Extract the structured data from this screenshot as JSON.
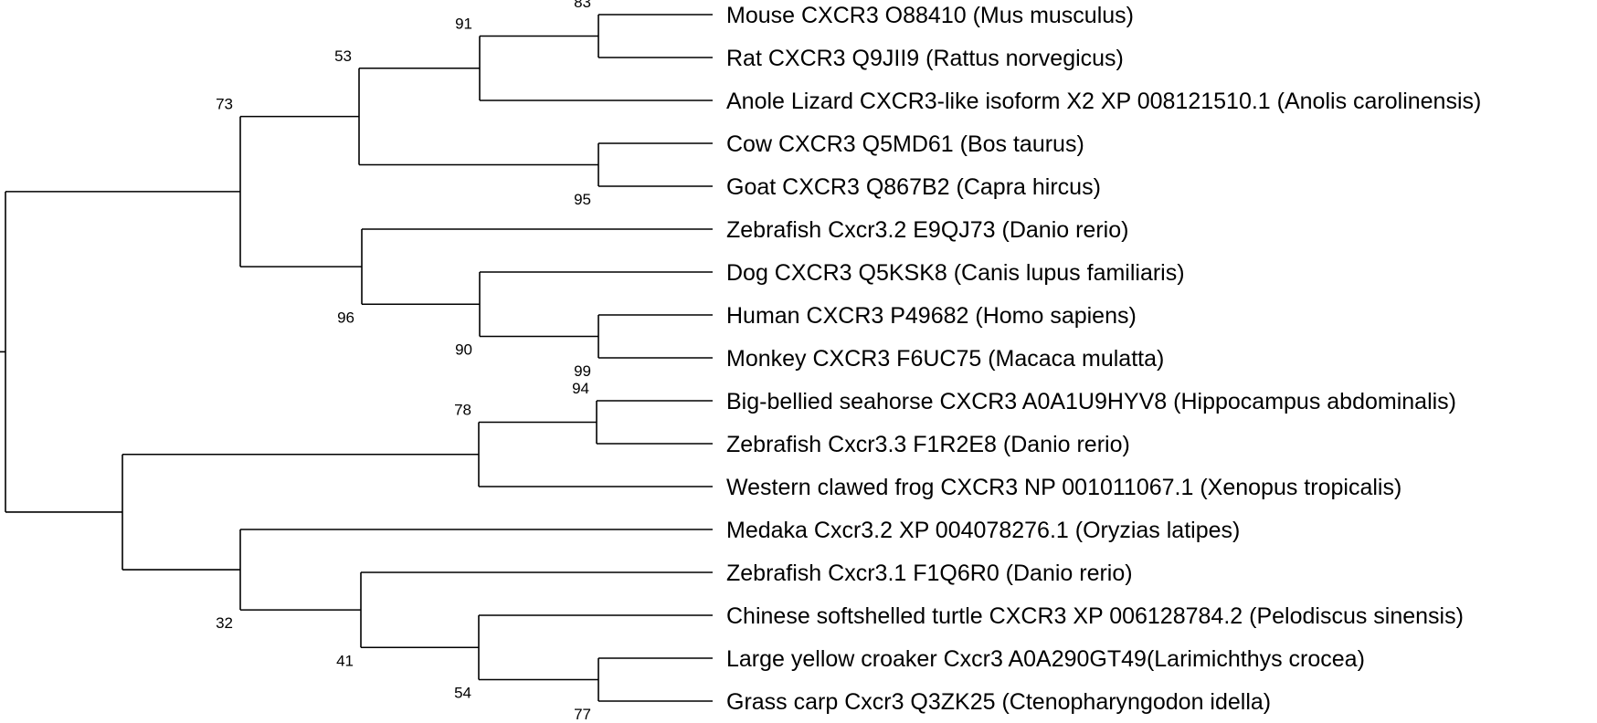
{
  "leaves": [
    "Mouse CXCR3 O88410 (Mus musculus)",
    "Rat CXCR3 Q9JII9 (Rattus norvegicus)",
    "Anole Lizard CXCR3-like isoform X2 XP 008121510.1 (Anolis carolinensis)",
    "Cow CXCR3 Q5MD61 (Bos taurus)",
    "Goat CXCR3 Q867B2 (Capra hircus)",
    "Zebrafish Cxcr3.2 E9QJ73 (Danio rerio)",
    "Dog CXCR3 Q5KSK8 (Canis lupus familiaris)",
    "Human CXCR3 P49682 (Homo sapiens)",
    "Monkey CXCR3 F6UC75 (Macaca mulatta)",
    "Big-bellied seahorse CXCR3 A0A1U9HYV8 (Hippocampus abdominalis)",
    "Zebrafish Cxcr3.3 F1R2E8 (Danio rerio)",
    "Western clawed frog CXCR3 NP 001011067.1 (Xenopus tropicalis)",
    "Medaka Cxcr3.2 XP 004078276.1 (Oryzias latipes)",
    "Zebrafish Cxcr3.1 F1Q6R0 (Danio rerio)",
    "Chinese softshelled turtle CXCR3 XP 006128784.2 (Pelodiscus sinensis)",
    "Large yellow croaker Cxcr3 A0A290GT49(Larimichthys crocea)",
    "Grass carp Cxcr3 Q3ZK25 (Ctenopharyngodon idella)"
  ],
  "bootstrap": {
    "n_mouse_rat": "83",
    "n_mouse_rat_anole": "91",
    "n_cow_goat": "95",
    "n_mammal_group": "53",
    "n_human_monkey": "99",
    "n_dog_group": "90",
    "n_zf32_group": "96",
    "n_upper_clade": "73",
    "n_seahorse_zf33": "94",
    "n_frog_group": "78",
    "n_croaker_carp": "77",
    "n_turtle_group": "54",
    "n_zf31_group": "41",
    "n_medaka_group": "32"
  },
  "colors": {
    "line": "#000000",
    "text": "#000000",
    "background": "#ffffff"
  }
}
